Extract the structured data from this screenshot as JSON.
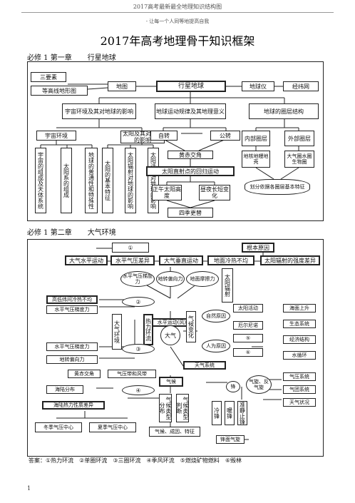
{
  "header": {
    "title": "2017高考最新最全地理知识结构图",
    "subtitle": "- 让每一个人同等地提高自我"
  },
  "doc_title": "2017年高考地理骨干知识框架",
  "section1": {
    "book": "必修 1 第一章",
    "chapter": "行星地球"
  },
  "section2": {
    "book": "必修 1 第二章",
    "chapter": "大气环境"
  },
  "d1": {
    "top_left1": "三要素",
    "top_left2": "等高线地形图",
    "map": "地图",
    "center": "行星地球",
    "globe": "地球仪",
    "latlon": "经纬网",
    "univ_env": "宇宙环境及其对地球的影响",
    "motion": "地球运动规律及其地理意义",
    "layers": "地球的圈层结构",
    "univ": "宇宙环境",
    "sun_effect": "太阳及其对地球的影响",
    "rotation": "自转",
    "revolution": "公转",
    "inner": "内部圈层",
    "outer": "外部圈层",
    "inner_detail": "地核地幔地壳",
    "outer_detail": "大气圈水圈生物圈",
    "col1": "宇宙的组成及天体系统",
    "col2": "太阳系的组成",
    "col3": "地球的普通性和特殊性",
    "col4": "太阳的基本特征",
    "col5": "太阳辐射对地球的影响",
    "col6": "太阳活动对地球的影响",
    "ecliptic": "黄赤交角",
    "subsolar": "太阳直射点的回归运动",
    "basis": "划分依据各圈层基本特征",
    "noon": "正午太阳高度",
    "daylength": "昼夜长短变化",
    "seasons": "四季更替"
  },
  "d2": {
    "c1": "①",
    "root": "根本原因",
    "hflow": "大气水平运动",
    "hdiff": "水平气压差异",
    "vert": "大气垂直运动",
    "uneven": "地面冷热不均",
    "radiation": "太阳辐射的强度差异",
    "hgrad": "水平气压梯度力",
    "coriolis": "地转偏向力",
    "friction": "地面摩擦力",
    "sunrad": "太阳辐射",
    "highlow": "高低纬间冷热不均",
    "hgrad2": "水平气压梯度力",
    "c2": "②",
    "hmove": "水平运动(风)",
    "thermal": "热力环流",
    "atmos": "大气",
    "atmos_env": "大气环境",
    "climate_change": "气候变化",
    "natural": "自然原因",
    "human": "人为原因",
    "sun_activity": "太阳活动",
    "elnino": "厄尔尼诺",
    "c5": "⑤",
    "c6": "⑥",
    "sea_rise": "海面上升",
    "eco": "生态系统",
    "econ": "经济结构",
    "water": "水循环",
    "c3": "③",
    "hgrad3": "水平气压梯度力",
    "coriolis2": "地转偏向力",
    "ecliptic": "黄赤交角",
    "belts": "气压带和风带",
    "sea_land": "海陆分布",
    "c4": "④",
    "weather_sys": "天气系统",
    "climate": "气候",
    "feng": "锋",
    "cyclone": "气旋、反气旋",
    "f_system": "气压系统",
    "air_mass": "气团系统",
    "weather": "天气状况",
    "clim_type": "气候类型分布",
    "clim_judge": "气候类型判断",
    "cold": "冷锋",
    "warm": "暖锋",
    "stationary": "准静止锋",
    "thermal_diff": "海陆热力性质差异",
    "winter": "冬季气压中心",
    "summer": "夏季气压中心",
    "factors": "气候、成因、特征",
    "pressure": "锋面气旋"
  },
  "legend": "答案：①热力环流　②单圈环流　③三圈环流　④季风环流　⑤燃烧矿物燃料　⑥毁林",
  "page_number": "1"
}
